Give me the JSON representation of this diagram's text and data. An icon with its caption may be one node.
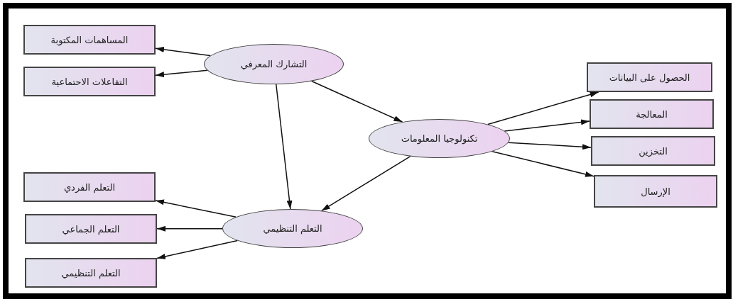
{
  "diagram": {
    "nodes": [
      {
        "text": [
          "المساهمات المكتوبة"
        ]
      },
      {
        "text": [
          "التشارك المعرفي"
        ]
      },
      {
        "text": [
          "التفاعلات الاحتماعية"
        ]
      },
      {
        "text": [
          "الحصول على البيانات"
        ]
      },
      {
        "text": [
          "تكنولوجيا المعلومات"
        ]
      },
      {
        "text": [
          "المعالجة"
        ]
      },
      {
        "text": [
          "التخزين"
        ]
      },
      {
        "text": [
          "الإرسال"
        ]
      },
      {
        "text": [
          "التعلم الفردي"
        ]
      },
      {
        "text": [
          "التعلم التنظيمي"
        ]
      },
      {
        "text": [
          "التعلم الجماعي"
        ]
      },
      {
        "text": [
          "التعلم التنظيمي"
        ]
      }
    ],
    "edges": [
      {
        "from": 1,
        "to": 0,
        "arrow": "to"
      },
      {
        "from": 1,
        "to": 2,
        "arrow": "to"
      },
      {
        "from": 1,
        "to": 4,
        "arrow": "to"
      },
      {
        "from": 1,
        "to": 9,
        "arrow": "to"
      },
      {
        "from": 4,
        "to": 9,
        "arrow": "to"
      },
      {
        "from": 4,
        "to": 3,
        "arrow": "to"
      },
      {
        "from": 4,
        "to": 5,
        "arrow": "to"
      },
      {
        "from": 4,
        "to": 6,
        "arrow": "to"
      },
      {
        "from": 4,
        "to": 7,
        "arrow": "to"
      },
      {
        "from": 9,
        "to": 8,
        "arrow": "to"
      },
      {
        "from": 9,
        "to": 10,
        "arrow": "to"
      },
      {
        "from": 9,
        "to": 11,
        "arrow": "to"
      }
    ]
  }
}
